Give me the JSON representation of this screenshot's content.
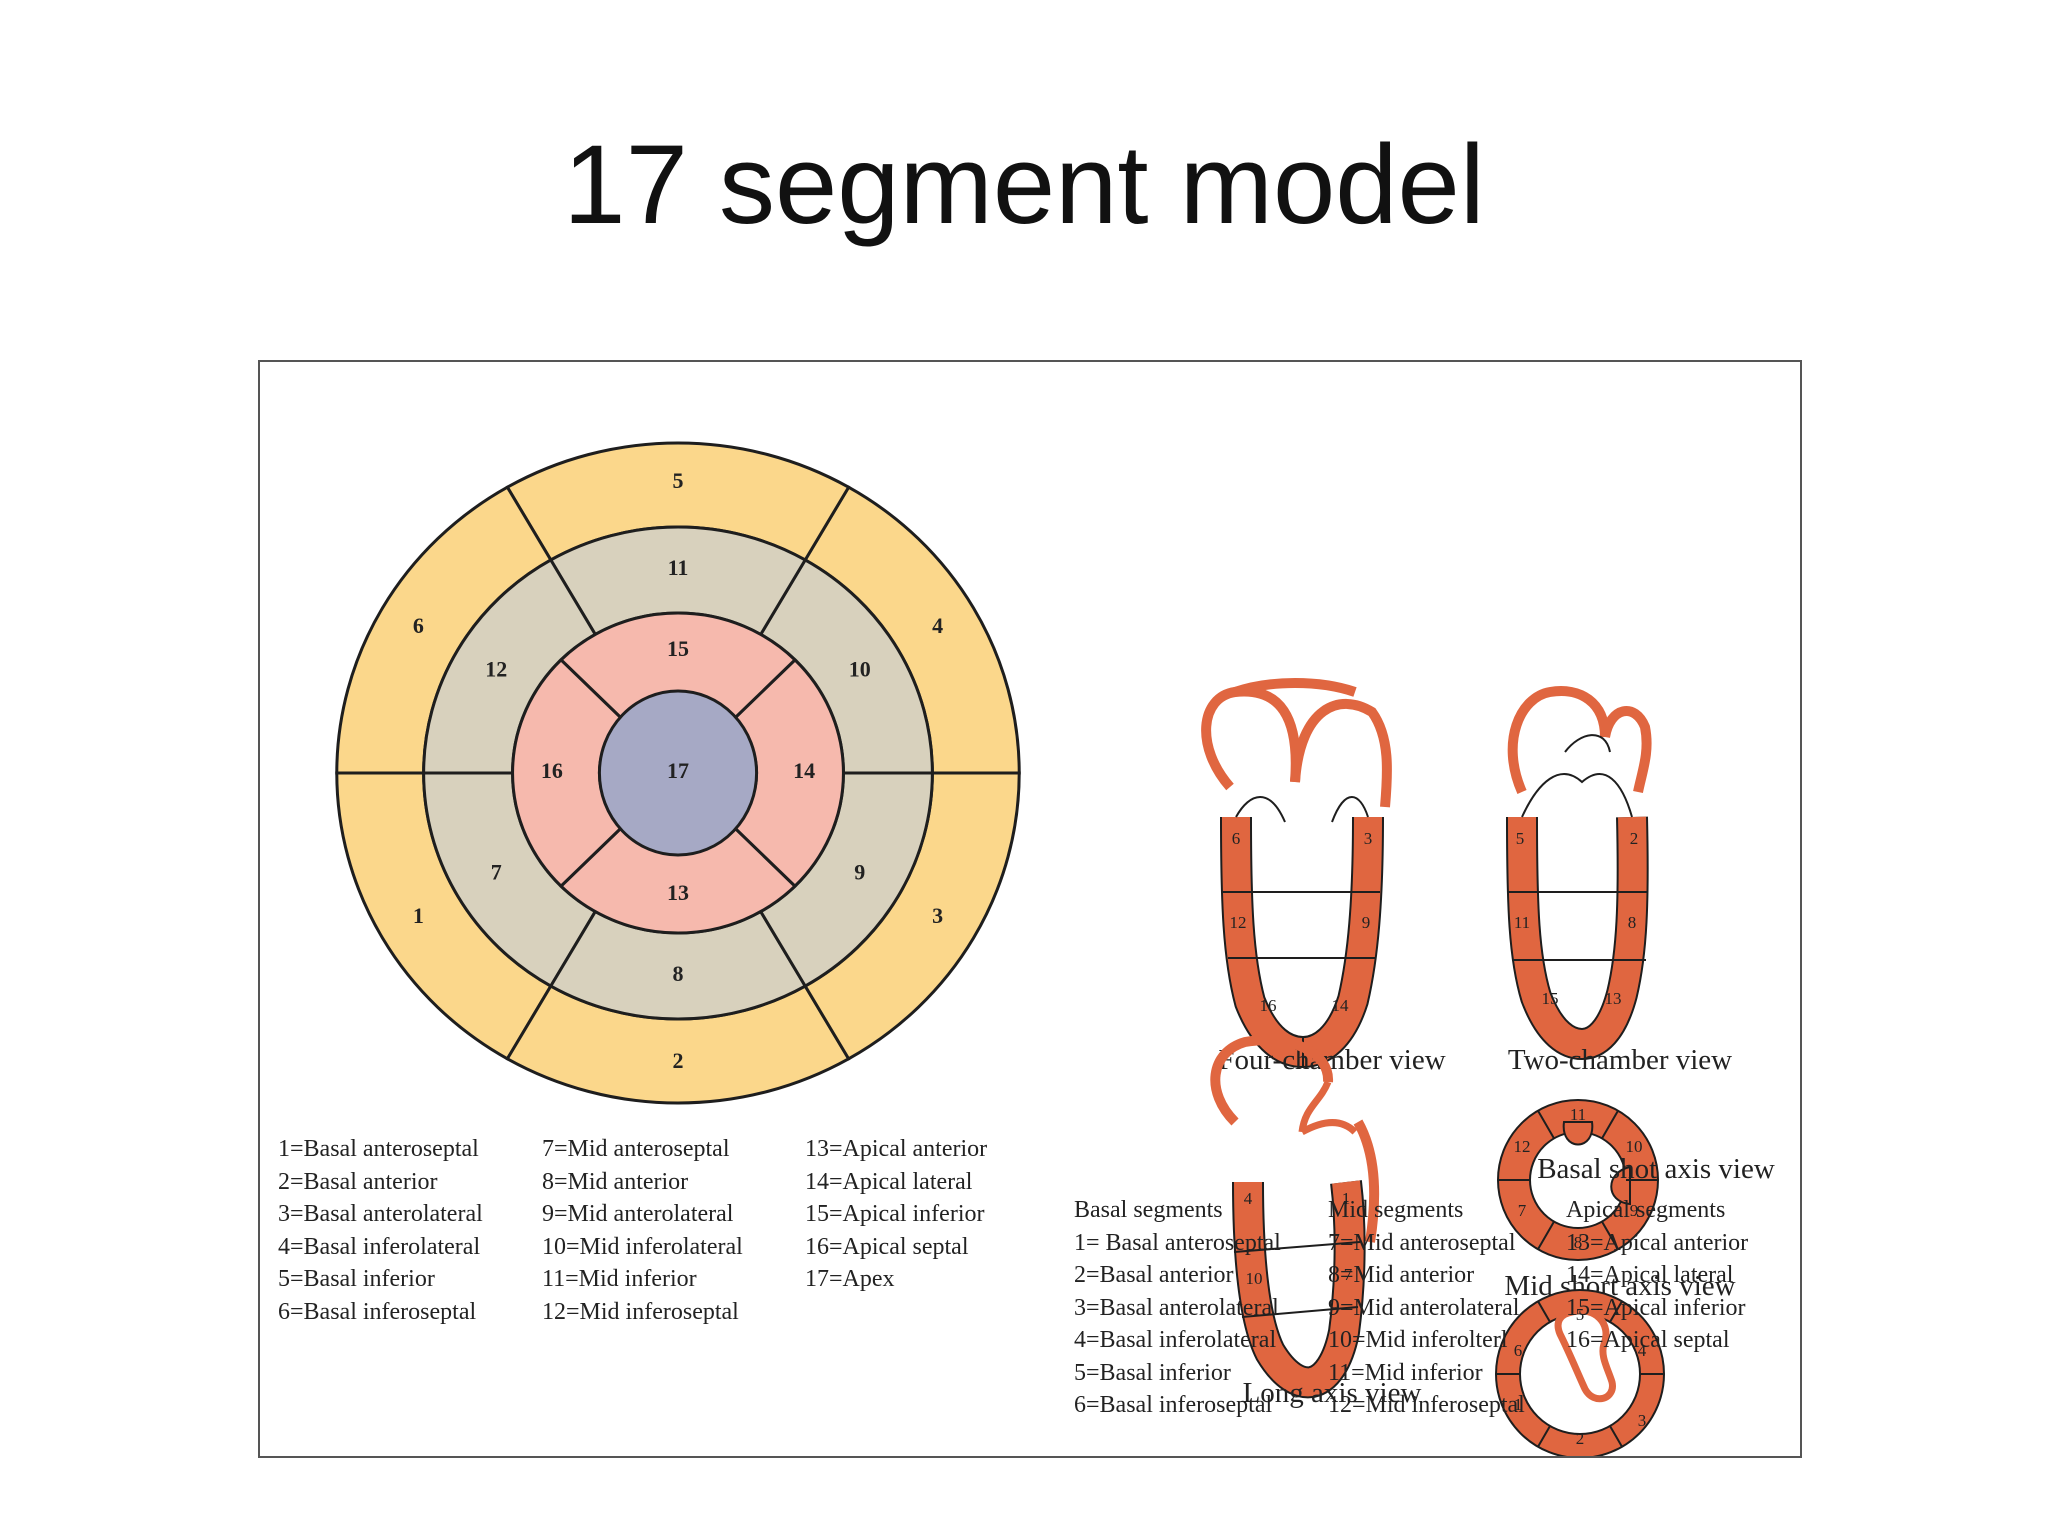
{
  "slide": {
    "title": "17 segment model"
  },
  "colors": {
    "basal": "#fbd78b",
    "mid": "#d8d1bd",
    "apical": "#f6b9ad",
    "apex": "#a6a9c5",
    "myocardium": "#e06640",
    "outline": "#1e1e1e"
  },
  "bullseye": {
    "segments": [
      {
        "n": "1"
      },
      {
        "n": "2"
      },
      {
        "n": "3"
      },
      {
        "n": "4"
      },
      {
        "n": "5"
      },
      {
        "n": "6"
      },
      {
        "n": "7"
      },
      {
        "n": "8"
      },
      {
        "n": "9"
      },
      {
        "n": "10"
      },
      {
        "n": "11"
      },
      {
        "n": "12"
      },
      {
        "n": "13"
      },
      {
        "n": "14"
      },
      {
        "n": "15"
      },
      {
        "n": "16"
      },
      {
        "n": "17"
      }
    ]
  },
  "legend_left": [
    [
      "1=Basal anteroseptal",
      "2=Basal anterior",
      "3=Basal anterolateral",
      "4=Basal inferolateral",
      "5=Basal inferior",
      "6=Basal inferoseptal"
    ],
    [
      "7=Mid anteroseptal",
      "8=Mid anterior",
      "9=Mid anterolateral",
      "10=Mid inferolateral",
      "11=Mid inferior",
      "12=Mid inferoseptal"
    ],
    [
      "13=Apical anterior",
      "14=Apical lateral",
      "15=Apical inferior",
      "16=Apical septal",
      "17=Apex"
    ]
  ],
  "views": {
    "four_chamber": {
      "label": "Four-chamber view",
      "numbers": [
        "6",
        "3",
        "12",
        "9",
        "16",
        "14"
      ]
    },
    "two_chamber": {
      "label": "Two-chamber view",
      "numbers": [
        "5",
        "2",
        "11",
        "8",
        "15",
        "13"
      ]
    },
    "long_axis": {
      "label": "Long axis view",
      "numbers": [
        "4",
        "1",
        "10",
        "7"
      ]
    },
    "mid_short_axis": {
      "label": "Mid short axis view",
      "numbers": [
        "11",
        "10",
        "9",
        "8",
        "7",
        "12"
      ]
    },
    "basal_short_axis": {
      "label": "Basal shot axis view",
      "numbers": [
        "5",
        "4",
        "3",
        "2",
        "1",
        "6"
      ]
    }
  },
  "groups": [
    {
      "heading": "Basal segments",
      "items": [
        "1= Basal anteroseptal",
        "2=Basal anterior",
        "3=Basal anterolateral",
        "4=Basal inferolateral",
        "5=Basal inferior",
        "6=Basal inferoseptal"
      ]
    },
    {
      "heading": "Mid segments",
      "items": [
        "7=Mid anteroseptal",
        "8=Mid anterior",
        "9=Mid anterolateral",
        "10=Mid inferolterl",
        "11=Mid inferior",
        "12=Mid inferoseptal"
      ]
    },
    {
      "heading": "Apical segments",
      "items": [
        "13=Apical anterior",
        "14=Apical lateral",
        "15=Apical inferior",
        "16=Apical septal"
      ]
    }
  ]
}
